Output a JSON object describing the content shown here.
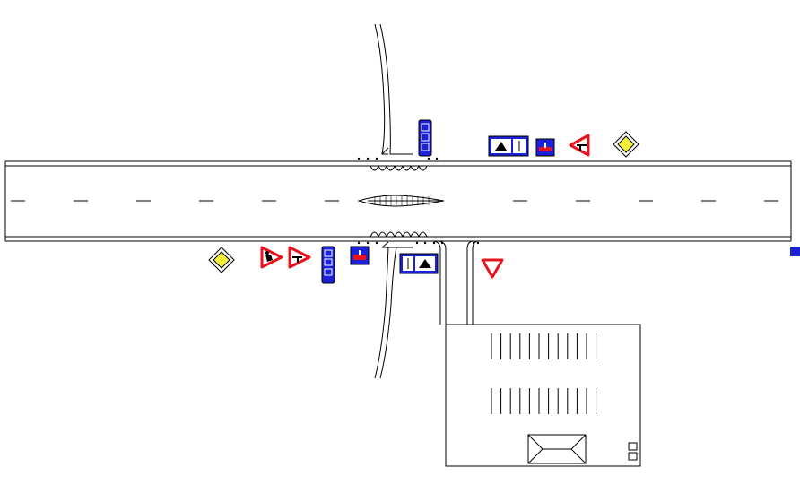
{
  "diagram": {
    "background_color": "#ffffff",
    "line_color": "#000000",
    "sign_colors": {
      "red": "#e8141c",
      "blue": "#1a21d6",
      "yellow": "#f5f03a",
      "white": "#ffffff"
    },
    "signs": [
      {
        "type": "information",
        "icon": "stacked-info-icon"
      },
      {
        "type": "information",
        "icon": "bypass-route-icon"
      },
      {
        "type": "information",
        "icon": "dead-end-icon"
      },
      {
        "type": "warning",
        "icon": "side-road-junction-icon"
      },
      {
        "type": "priority",
        "icon": "priority-road-icon"
      },
      {
        "type": "priority",
        "icon": "priority-road-icon"
      },
      {
        "type": "warning",
        "icon": "roadworks-icon"
      },
      {
        "type": "warning",
        "icon": "side-road-junction-icon"
      },
      {
        "type": "information",
        "icon": "stacked-info-icon"
      },
      {
        "type": "information",
        "icon": "dead-end-icon"
      },
      {
        "type": "information",
        "icon": "bypass-route-icon"
      },
      {
        "type": "regulatory",
        "icon": "give-way-icon"
      },
      {
        "type": "information",
        "icon": "square-marker-icon"
      }
    ],
    "parking_bays": {
      "upper_row": 12,
      "lower_row": 12
    }
  }
}
